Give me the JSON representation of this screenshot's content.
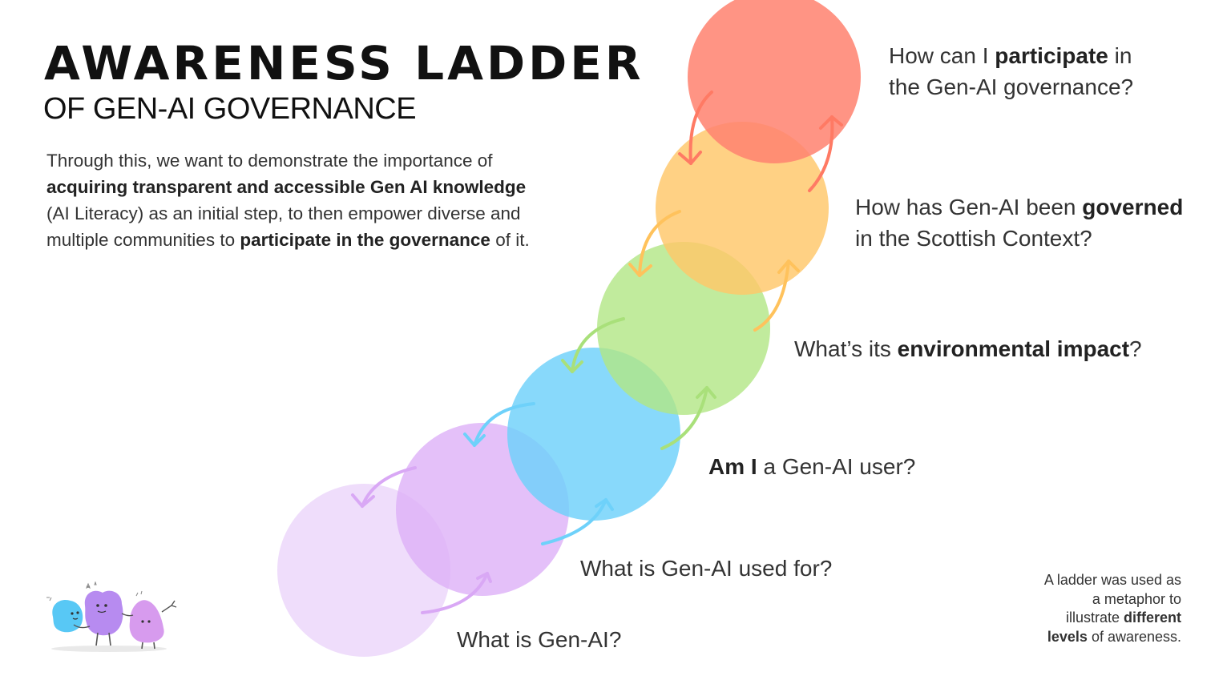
{
  "title": "AWARENESS LADDER",
  "subtitle": "OF GEN-AI GOVERNANCE",
  "intro": {
    "p1": "Through this, we want to demonstrate the importance of ",
    "b1": "acquiring transparent and accessible Gen AI knowledge",
    "p2": " (AI Literacy) as an initial step, to then empower diverse and multiple communities to ",
    "b2": "participate in the governance",
    "p3": " of it."
  },
  "levels": [
    {
      "level": 1,
      "color": "#ECD6FA",
      "pre": "What is Gen-AI?",
      "bold": "",
      "post": ""
    },
    {
      "level": 2,
      "color": "#DDAEF7",
      "pre": "What is Gen-AI used for?",
      "bold": "",
      "post": ""
    },
    {
      "level": 3,
      "color": "#6ED1FA",
      "pre": "",
      "bold": "Am I",
      "post": " a Gen-AI user?"
    },
    {
      "level": 4,
      "color": "#B1E684",
      "pre": "What’s its ",
      "bold": "environmental impact",
      "post": "?"
    },
    {
      "level": 5,
      "color": "#FFC769",
      "line1_pre": "How has Gen-AI been ",
      "bold": "governed",
      "line2": "in the Scottish Context?"
    },
    {
      "level": 6,
      "color": "#FF8270",
      "line1_pre": "How can I ",
      "bold": "participate",
      "line1_post": " in",
      "line2": "the Gen-AI governance?"
    }
  ],
  "note": {
    "l1": "A ladder was used as",
    "l2": "a metaphor to",
    "l3_pre": "illustrate ",
    "l3_bold": "different",
    "l4_bold": "levels",
    "l4_post": " of awareness."
  },
  "icons": {
    "arrow_up": "curved-arrow-up-icon",
    "arrow_down": "curved-arrow-down-icon",
    "mascots": "mascot-characters-illustration"
  }
}
